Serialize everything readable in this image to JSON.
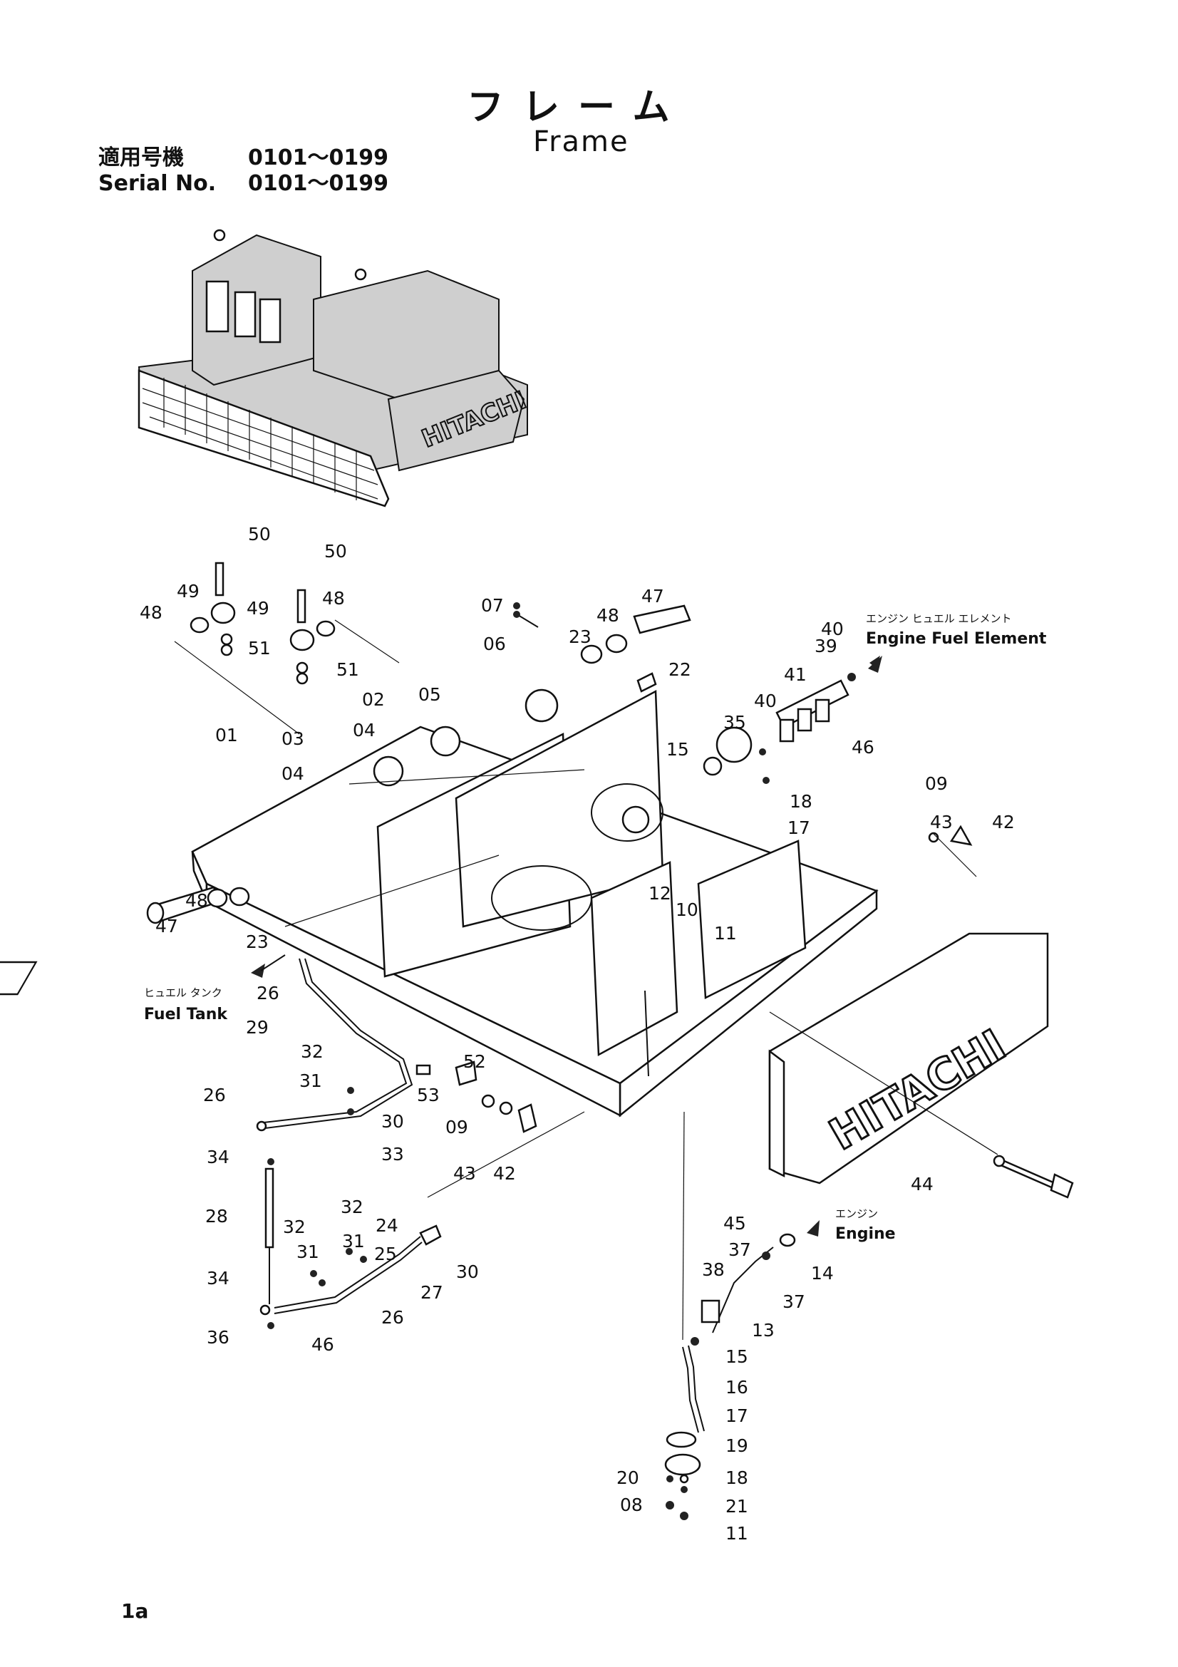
{
  "header": {
    "title_jp": "フレーム",
    "title_en": "Frame",
    "serial_label_jp": "適用号機",
    "serial_label_en": "Serial No.",
    "serial_range_jp": "0101～0199",
    "serial_range_en": "0101～0199"
  },
  "destinations": {
    "engine_fuel_element_jp": "エンジン ヒュエル エレメント",
    "engine_fuel_element_en": "Engine Fuel Element",
    "fuel_tank_jp": "ヒュエル タンク",
    "fuel_tank_en": "Fuel Tank",
    "engine_jp": "エンジン",
    "engine_en": "Engine"
  },
  "brand": {
    "counterweight_logo": "HITACHI",
    "machine_logo": "HITACHI"
  },
  "callouts": [
    "50",
    "49",
    "48",
    "50",
    "49",
    "48",
    "51",
    "51",
    "07",
    "06",
    "23",
    "48",
    "47",
    "22",
    "02",
    "05",
    "04",
    "01",
    "03",
    "04",
    "15",
    "35",
    "40",
    "41",
    "39",
    "40",
    "46",
    "18",
    "17",
    "09",
    "43",
    "42",
    "48",
    "47",
    "23",
    "12",
    "10",
    "11",
    "26",
    "29",
    "32",
    "31",
    "52",
    "53",
    "30",
    "09",
    "43",
    "42",
    "33",
    "26",
    "34",
    "28",
    "32",
    "31",
    "32",
    "31",
    "24",
    "25",
    "30",
    "27",
    "26",
    "34",
    "36",
    "46",
    "45",
    "37",
    "38",
    "37",
    "14",
    "13",
    "15",
    "16",
    "17",
    "19",
    "20",
    "18",
    "21",
    "08",
    "11",
    "44"
  ],
  "page_number": "1a"
}
